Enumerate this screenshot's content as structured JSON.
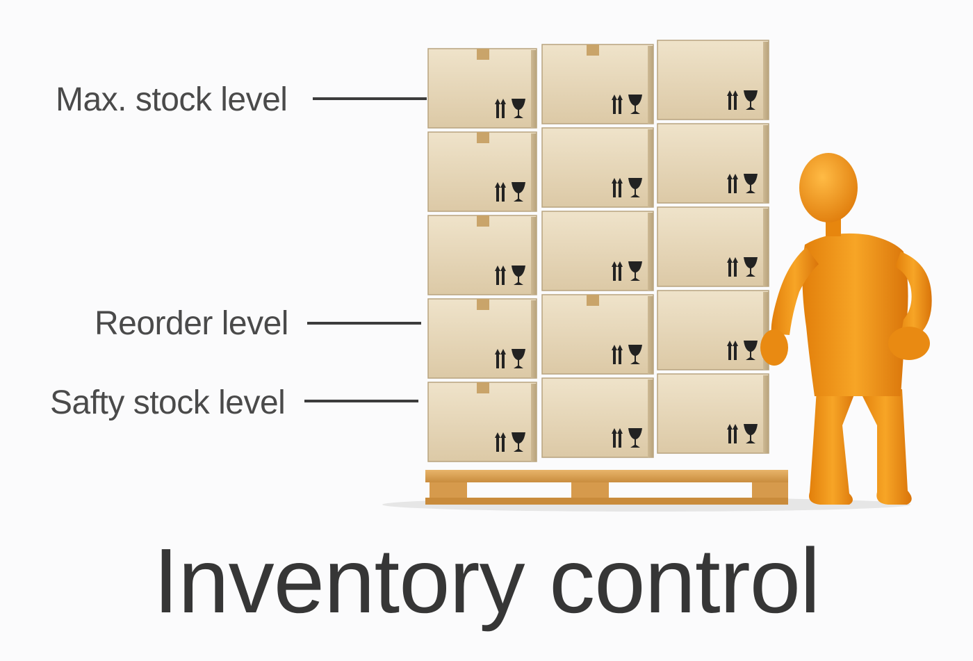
{
  "levels": [
    {
      "label": "Max. stock level",
      "key": "max"
    },
    {
      "label": "Reorder level",
      "key": "reorder"
    },
    {
      "label": "Safty stock level",
      "key": "safety"
    }
  ],
  "title": "Inventory control",
  "icons": {
    "box_mark": "this-side-up-and-fragile-icon",
    "figure": "orange-person-icon"
  },
  "colors": {
    "box_face": "#e4d3b3",
    "box_side": "#c8b48e",
    "tape": "#c9a46a",
    "pallet": "#d9a55c",
    "figure": "#f29a1c",
    "text": "#4a4a4a"
  }
}
